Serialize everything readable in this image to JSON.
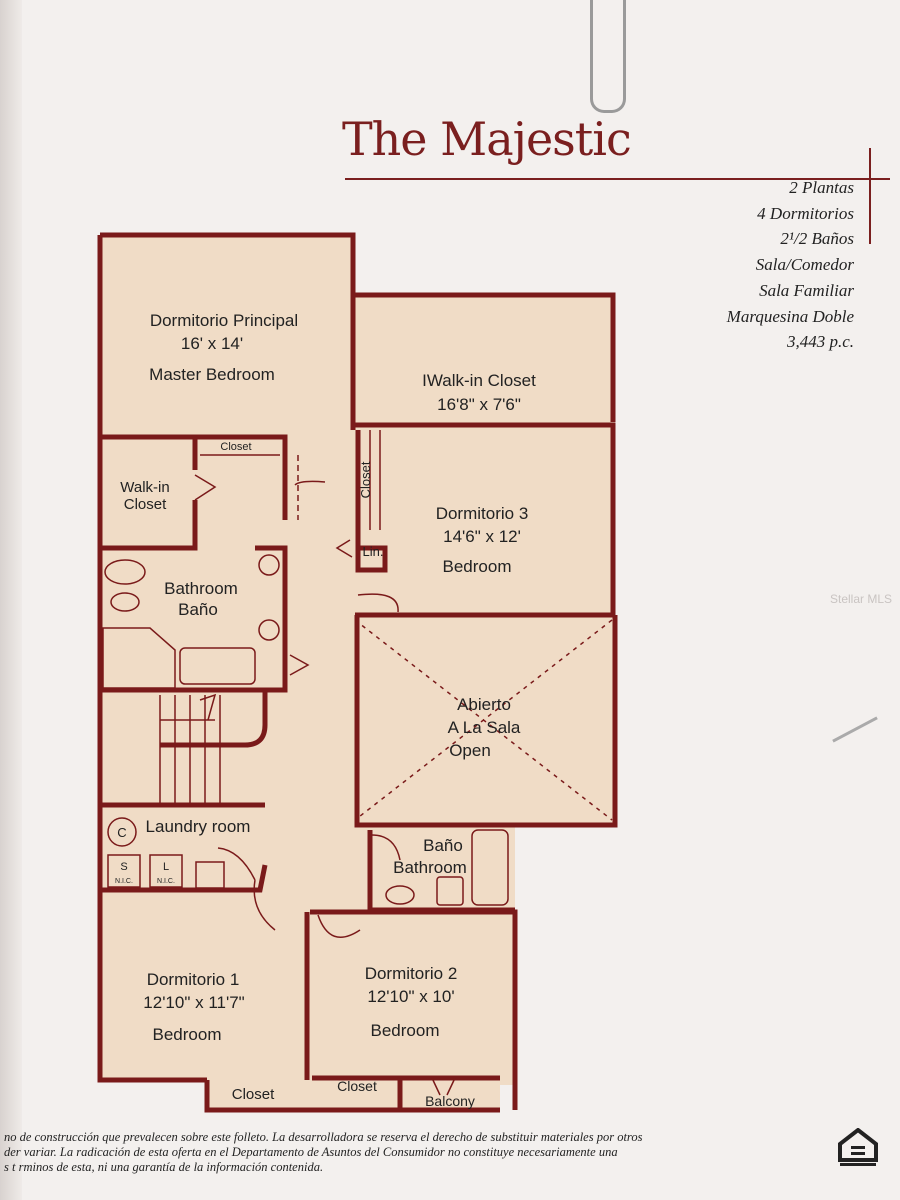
{
  "title": "The Majestic",
  "features": [
    "2 Plantas",
    "4 Dormitorios",
    "2¹/2 Baños",
    "Sala/Comedor",
    "Sala Familiar",
    "Marquesina Doble",
    "3,443 p.c."
  ],
  "rooms": {
    "master": {
      "name": "Dormitorio Principal",
      "size": "16' x 14'",
      "en": "Master Bedroom"
    },
    "walkin_big": {
      "name": "IWalk-in Closet",
      "size": "16'8\" x 7'6\""
    },
    "dorm3": {
      "name": "Dormitorio 3",
      "size": "14'6\" x 12'",
      "en": "Bedroom"
    },
    "open": {
      "name": "Abierto",
      "line2": "A La Sala",
      "en": "Open"
    },
    "walkin_small": {
      "line1": "Walk-in",
      "line2": "Closet"
    },
    "closet_label": "Closet",
    "linen": "Lin.",
    "master_bath": {
      "en": "Bathroom",
      "es": "Baño"
    },
    "laundry": "Laundry room",
    "washer": {
      "letter": "S",
      "note": "N.I.C."
    },
    "dryer": {
      "letter": "L",
      "note": "N.I.C."
    },
    "c_label": "C",
    "hall_bath": {
      "es": "Baño",
      "en": "Bathroom"
    },
    "dorm1": {
      "name": "Dormitorio 1",
      "size": "12'10\" x 11'7\"",
      "en": "Bedroom"
    },
    "dorm2": {
      "name": "Dormitorio 2",
      "size": "12'10\" x 10'",
      "en": "Bedroom"
    },
    "balcony": "Balcony"
  },
  "disclaimer": [
    "no  de construcción que prevalecen sobre este folleto. La desarrolladora se reserva el derecho de substituir materiales por otros",
    "der  variar. La radicación de esta oferta en el Departamento de Asuntos del Consumidor no constituye necesariamente una",
    "s t rminos de esta, ni una garantía de la información contenida."
  ],
  "watermark": "Stellar MLS",
  "colors": {
    "wall": "#7a1a1a",
    "floor": "#f0dcc6",
    "paper": "#f3f0ee"
  }
}
